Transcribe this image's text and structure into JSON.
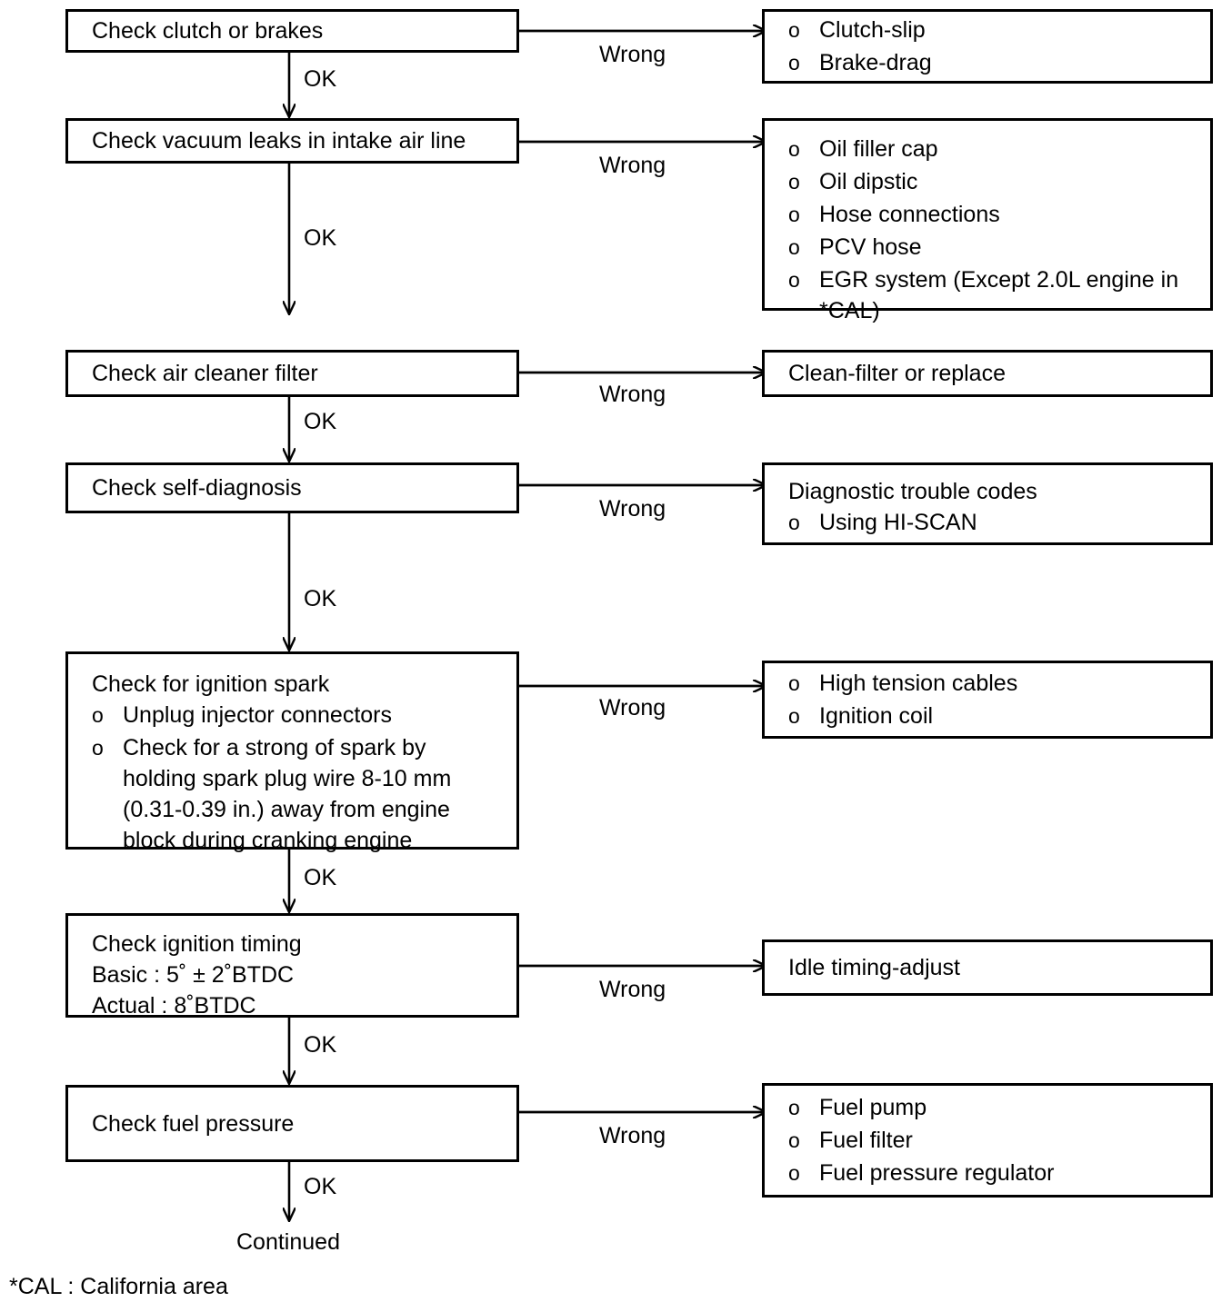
{
  "diagram": {
    "title": "Engine troubleshooting flowchart",
    "ok_label": "OK",
    "wrong_label": "Wrong",
    "continued_label": "Continued",
    "footnote": "*CAL : California area",
    "line_color": "#000000",
    "background_color": "#ffffff"
  },
  "steps": [
    {
      "id": "clutch-brakes",
      "title": "Check clutch or brakes",
      "items": [],
      "result": {
        "id": "clutch-brakes-result",
        "heading": "",
        "items": [
          "Clutch-slip",
          "Brake-drag"
        ]
      }
    },
    {
      "id": "vacuum-leaks",
      "title": "Check vacuum leaks in intake air line",
      "items": [],
      "result": {
        "id": "vacuum-leaks-result",
        "heading": "",
        "items": [
          "Oil filler cap",
          "Oil dipstic",
          "Hose connections",
          "PCV hose",
          "EGR system (Except 2.0L engine in\n*CAL)"
        ]
      }
    },
    {
      "id": "air-cleaner-filter",
      "title": "Check air cleaner filter",
      "items": [],
      "result": {
        "id": "air-cleaner-filter-result",
        "heading": "Clean-filter or replace",
        "items": []
      }
    },
    {
      "id": "self-diagnosis",
      "title": "Check self-diagnosis",
      "items": [],
      "result": {
        "id": "self-diagnosis-result",
        "heading": "Diagnostic trouble codes",
        "items": [
          "Using HI-SCAN"
        ]
      }
    },
    {
      "id": "ignition-spark",
      "title": "Check for ignition spark",
      "items": [
        "Unplug injector connectors",
        "Check for a strong of spark by\nholding spark plug wire 8-10 mm\n(0.31-0.39 in.) away from engine\nblock during cranking engine"
      ],
      "result": {
        "id": "ignition-spark-result",
        "heading": "",
        "items": [
          "High tension cables",
          "Ignition coil"
        ]
      }
    },
    {
      "id": "ignition-timing",
      "title": "Check ignition timing",
      "lines": [
        "Basic : 5˚ ± 2˚BTDC",
        "Actual : 8˚BTDC"
      ],
      "items": [],
      "result": {
        "id": "ignition-timing-result",
        "heading": "Idle timing-adjust",
        "items": []
      }
    },
    {
      "id": "fuel-pressure",
      "title": "Check fuel pressure",
      "items": [],
      "result": {
        "id": "fuel-pressure-result",
        "heading": "",
        "items": [
          "Fuel pump",
          "Fuel filter",
          "Fuel pressure regulator"
        ]
      }
    }
  ],
  "edge_labels": {
    "ok_1": "OK",
    "ok_2": "OK",
    "ok_3": "OK",
    "ok_4": "OK",
    "ok_5": "OK",
    "ok_6": "OK",
    "ok_7": "OK",
    "wrong_1": "Wrong",
    "wrong_2": "Wrong",
    "wrong_3": "Wrong",
    "wrong_4": "Wrong",
    "wrong_5": "Wrong",
    "wrong_6": "Wrong",
    "wrong_7": "Wrong"
  }
}
